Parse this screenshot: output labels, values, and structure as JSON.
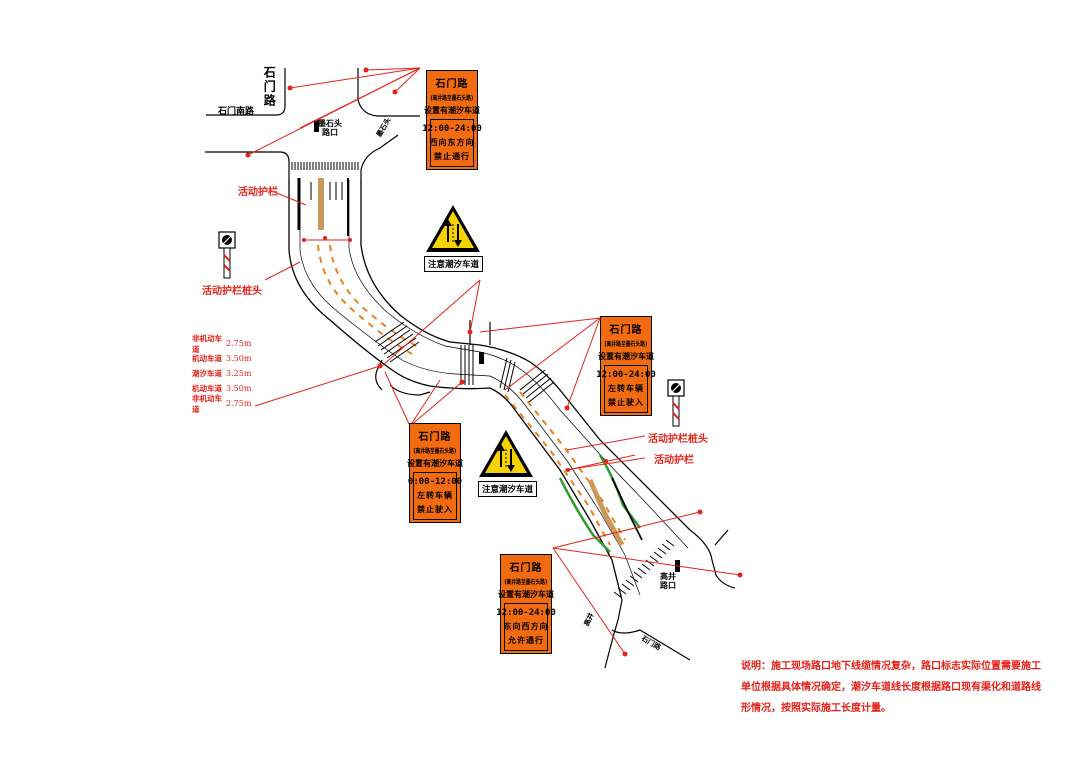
{
  "roads": {
    "shimen_horizontal": "石门南路",
    "shimen_vertical": "石门路",
    "north_junction": "墨石头\n路口",
    "north_side_road": "墨石头",
    "south_junction": "高井\n路口",
    "south_side_road_a": "高井",
    "south_side_road_b": "石门路"
  },
  "labels": {
    "guardrail_1": "活动护栏",
    "guardrail_head_1": "活动护栏桩头",
    "guardrail_head_2": "活动护栏桩头",
    "guardrail_2": "活动护栏"
  },
  "lanes": [
    {
      "name": "非机动车道",
      "width": "2.75m"
    },
    {
      "name": "机动车道",
      "width": "3.50m"
    },
    {
      "name": "潮汐车道",
      "width": "3.25m"
    },
    {
      "name": "机动车道",
      "width": "3.50m"
    },
    {
      "name": "非机动车道",
      "width": "2.75m"
    }
  ],
  "signs": [
    {
      "title": "石门路",
      "sub": "(高井路至墨石头路)",
      "line": "设置有潮汐车道",
      "time": "12:00-24:00",
      "rule1": "西向东方向",
      "rule2": "禁止通行"
    },
    {
      "title": "石门路",
      "sub": "(高井路至墨石头路)",
      "line": "设置有潮汐车道",
      "time": "12:00-24:00",
      "rule1": "左转车辆",
      "rule2": "禁止驶入"
    },
    {
      "title": "石门路",
      "sub": "(高井路至墨石头路)",
      "line": "设置有潮汐车道",
      "time": "0:00-12:00",
      "rule1": "左转车辆",
      "rule2": "禁止驶入"
    },
    {
      "title": "石门路",
      "sub": "(高井路至墨石头路)",
      "line": "设置有潮汐车道",
      "time": "12:00-24:00",
      "rule1": "东向西方向",
      "rule2": "允许通行"
    }
  ],
  "warning_signs": [
    {
      "label": "注意潮汐车道"
    },
    {
      "label": "注意潮汐车道"
    }
  ],
  "note": "说明：施工现场路口地下线缆情况复杂，路口标志实际位置需要施工单位根据具体情况确定，潮汐车道线长度根据路口现有渠化和道路线形情况，按照实际施工长度计量。",
  "colors": {
    "sign_orange": "#f26b10",
    "red": "#e2231a",
    "green": "#2e9b2e",
    "tan": "#c99a5b",
    "warning_yellow": "#f6d300"
  }
}
